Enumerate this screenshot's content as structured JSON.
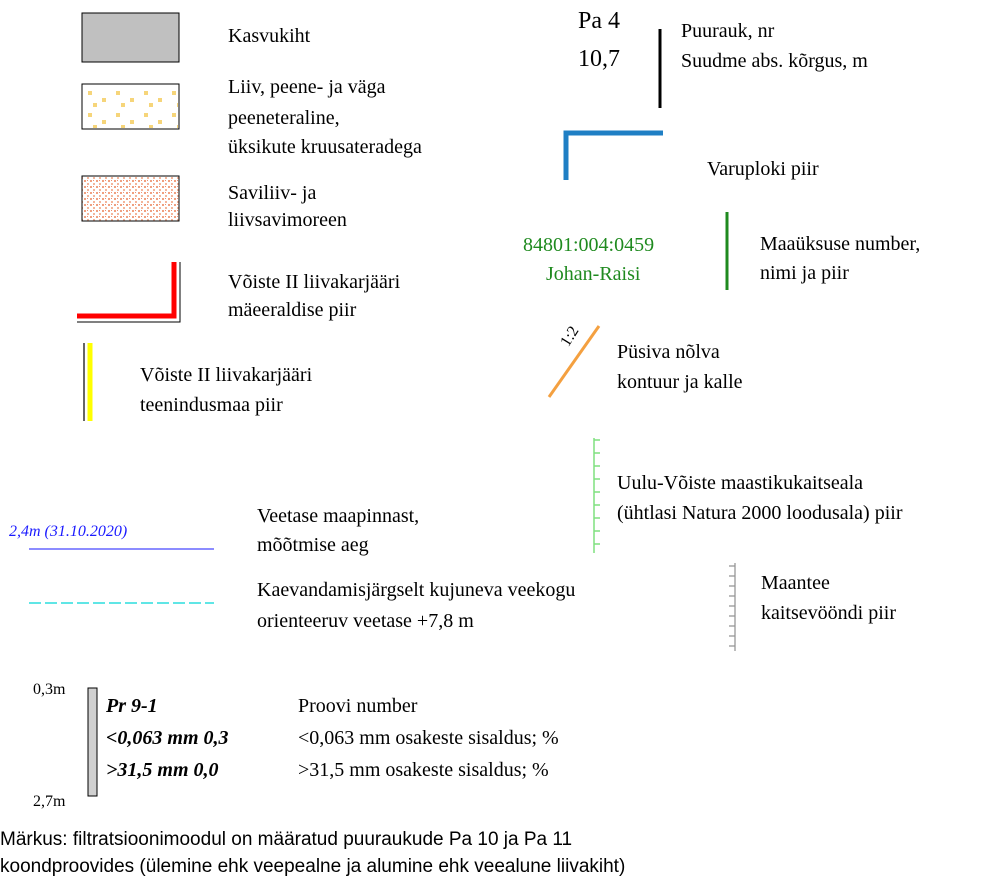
{
  "legend": {
    "kasvukiht": {
      "label": "Kasvukiht",
      "fill": "#c0c0c0"
    },
    "liiv": {
      "lines": [
        "Liiv, peene- ja väga",
        "peeneteraline,",
        "üksikute kruusateradega"
      ],
      "dot_color": "#f6d57a"
    },
    "saviliiv": {
      "lines": [
        "Saviliiv- ja",
        "liivsavimoreen"
      ],
      "dot_color": "#f0a080"
    },
    "maeeraldis": {
      "lines": [
        "Võiste II liivakarjääri",
        "mäeeraldise piir"
      ],
      "color": "#ff0000"
    },
    "teenindusmaa": {
      "lines": [
        "Võiste II liivakarjääri",
        "teenindusmaa piir"
      ],
      "color": "#ffff00"
    },
    "veetase": {
      "sample_value": "2,4m (31.10.2020)",
      "lines": [
        "Veetase maapinnast,",
        "mõõtmise aeg"
      ],
      "color": "#1a1aff"
    },
    "veekogu": {
      "lines": [
        "Kaevandamisjärgselt kujuneva veekogu",
        "orienteeruv veetase +7,8 m"
      ],
      "color": "#00d8d8"
    },
    "puurauk": {
      "label_top": "Pa 4",
      "label_bottom": "10,7",
      "lines": [
        "Puurauk, nr",
        "Suudme abs. kõrgus, m"
      ]
    },
    "varuplokk": {
      "label": "Varuploki piir",
      "color": "#1f7fc4"
    },
    "maauksus": {
      "number": "84801:004:0459",
      "name": "Johan-Raisi",
      "lines": [
        "Maaüksuse number,",
        "nimi ja piir"
      ],
      "color": "#1f8a1f"
    },
    "nolv": {
      "slope": "1:2",
      "lines": [
        "Püsiva nõlva",
        "kontuur ja kalle"
      ],
      "color": "#f4a040"
    },
    "kaitseala": {
      "lines": [
        "Uulu-Võiste maastikukaitseala",
        "(ühtlasi Natura 2000 loodusala) piir"
      ],
      "color": "#7fe07f"
    },
    "maantee": {
      "lines": [
        "Maantee",
        "kaitsevööndi piir"
      ],
      "color": "#909090"
    },
    "proov": {
      "depth_top": "0,3m",
      "depth_bottom": "2,7m",
      "codes": [
        "Pr 9-1",
        "<0,063 mm 0,3",
        ">31,5 mm 0,0"
      ],
      "descriptions": [
        "Proovi number",
        "<0,063 mm osakeste sisaldus; %",
        ">31,5 mm osakeste sisaldus; %"
      ]
    }
  },
  "note": [
    "Märkus: filtratsioonimoodul on määratud puuraukude Pa 10 ja Pa 11",
    "koondproovides (ülemine ehk veepealne ja alumine ehk veealune liivakiht)"
  ]
}
